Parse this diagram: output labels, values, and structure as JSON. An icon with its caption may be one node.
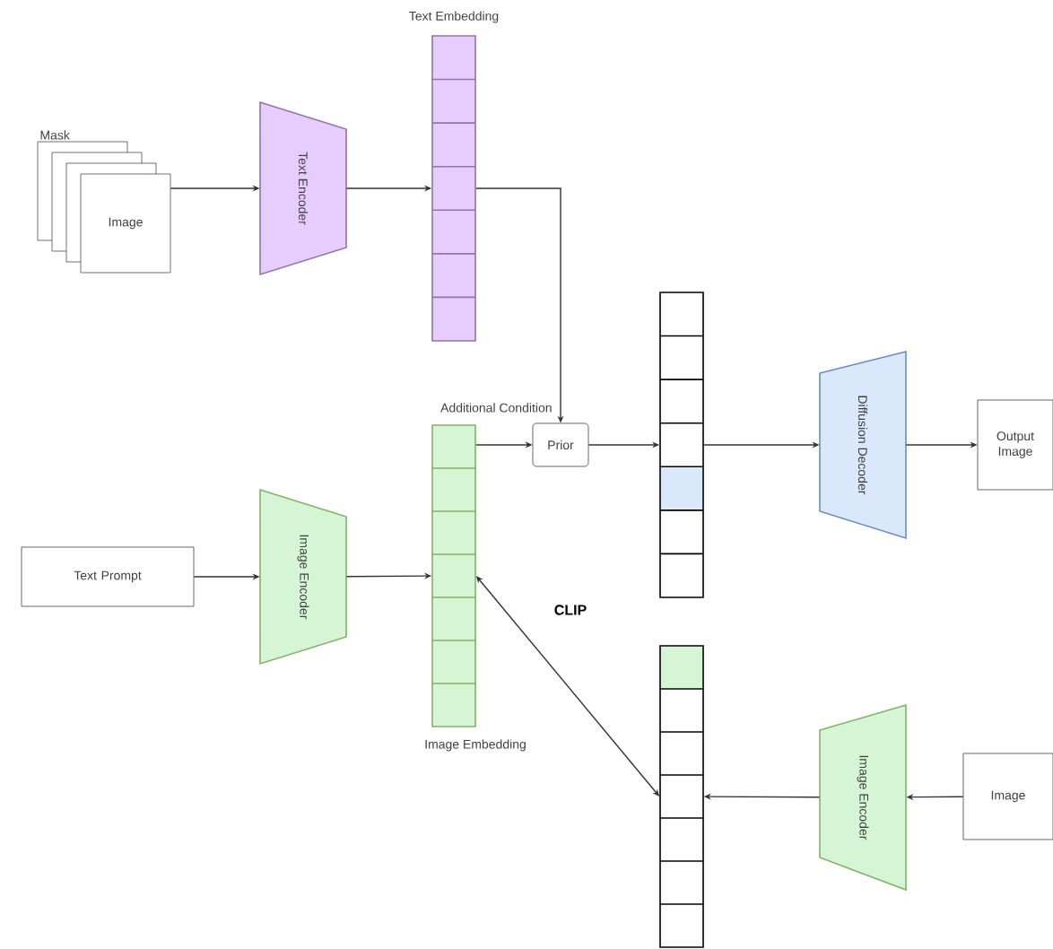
{
  "diagram": {
    "nodes": [
      {
        "text": [
          "Mask",
          "Image"
        ]
      },
      {
        "text": [
          "Text Encoder"
        ]
      },
      {
        "text": [
          "Text Embedding"
        ]
      },
      {
        "text": [
          "Text Prompt"
        ]
      },
      {
        "text": [
          "Image Encoder"
        ]
      },
      {
        "text": [
          "Additional Condition",
          "Image Embedding"
        ]
      },
      {
        "text": [
          "Prior"
        ]
      },
      {
        "text": [],
        "shape": "bar"
      },
      {
        "text": [
          "Diffusion Decoder"
        ]
      },
      {
        "text": [
          "Output Image"
        ]
      },
      {
        "text": [],
        "shape": "bar"
      },
      {
        "text": [
          "Image Encoder"
        ]
      },
      {
        "text": [
          "Image"
        ]
      }
    ],
    "edges": [
      {
        "from": 0,
        "to": 1,
        "arrow": "to"
      },
      {
        "from": 1,
        "to": 2,
        "arrow": "to"
      },
      {
        "from": 2,
        "to": 6,
        "arrow": "to"
      },
      {
        "from": 5,
        "to": 6,
        "arrow": "to"
      },
      {
        "from": 6,
        "to": 7,
        "arrow": "to"
      },
      {
        "from": 7,
        "to": 8,
        "arrow": "to"
      },
      {
        "from": 8,
        "to": 9,
        "arrow": "to"
      },
      {
        "from": 3,
        "to": 4,
        "arrow": "to"
      },
      {
        "from": 4,
        "to": 5,
        "arrow": "to"
      },
      {
        "from": 5,
        "to": 10,
        "arrow": "both",
        "label": "CLIP"
      },
      {
        "from": 12,
        "to": 11,
        "arrow": "to"
      },
      {
        "from": 11,
        "to": 10,
        "arrow": "to"
      }
    ]
  }
}
